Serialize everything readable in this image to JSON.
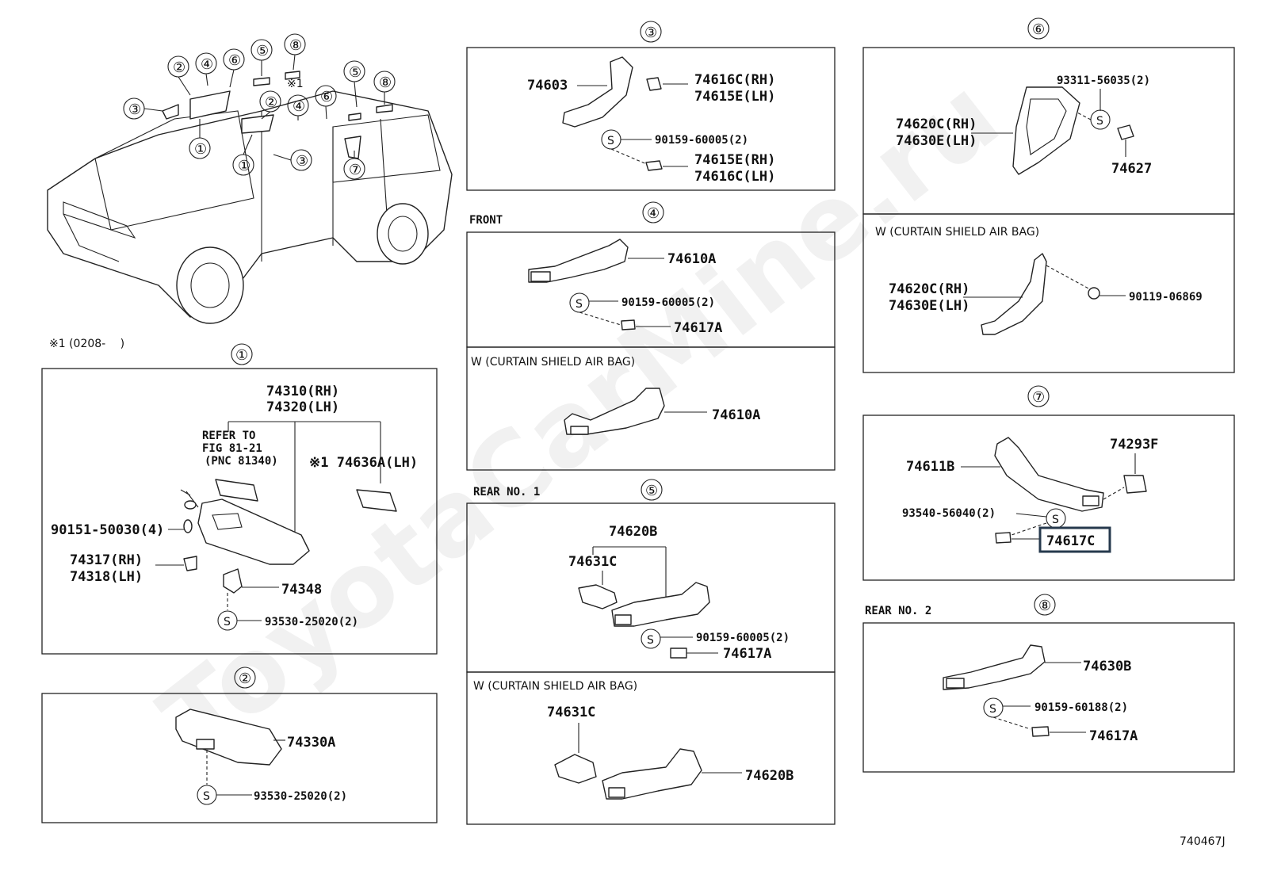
{
  "diagram_id": "740467J",
  "watermark": "ToyotaCarMine.ru",
  "note": "※1 (0208-　 )",
  "overview_marks": [
    "①",
    "②",
    "③",
    "④",
    "⑤",
    "⑥",
    "⑦",
    "⑧",
    "※1"
  ],
  "sections": {
    "s1": {
      "num": "①",
      "parts": [
        "74310(RH)",
        "74320(LH)",
        "REFER TO",
        "FIG 81-21",
        "(PNC 81340)",
        "※1 74636A(LH)",
        "90151-50030(4)",
        "74317(RH)",
        "74318(LH)",
        "74348",
        "93530-25020(2)"
      ]
    },
    "s2": {
      "num": "②",
      "parts": [
        "74330A",
        "93530-25020(2)"
      ]
    },
    "s3": {
      "num": "③",
      "parts": [
        "74603",
        "74616C(RH)",
        "74615E(LH)",
        "90159-60005(2)",
        "74615E(RH)",
        "74616C(LH)"
      ]
    },
    "s4": {
      "num": "④",
      "header": "FRONT",
      "parts": [
        "74610A",
        "90159-60005(2)",
        "74617A"
      ],
      "sub_header": "W (CURTAIN SHIELD AIR BAG)",
      "sub_parts": [
        "74610A"
      ]
    },
    "s5": {
      "num": "⑤",
      "header": "REAR  NO. 1",
      "parts": [
        "74620B",
        "74631C",
        "90159-60005(2)",
        "74617A"
      ],
      "sub_header": "W (CURTAIN SHIELD AIR BAG)",
      "sub_parts": [
        "74631C",
        "74620B"
      ]
    },
    "s6": {
      "num": "⑥",
      "parts": [
        "93311-56035(2)",
        "74620C(RH)",
        "74630E(LH)",
        "74627"
      ],
      "sub_header": "W (CURTAIN SHIELD AIR BAG)",
      "sub_parts": [
        "74620C(RH)",
        "74630E(LH)",
        "90119-06869"
      ]
    },
    "s7": {
      "num": "⑦",
      "parts": [
        "74293F",
        "74611B",
        "93540-56040(2)",
        "74617C"
      ],
      "highlighted": "74617C"
    },
    "s8": {
      "num": "⑧",
      "header": "REAR  NO. 2",
      "parts": [
        "74630B",
        "90159-60188(2)",
        "74617A"
      ]
    }
  },
  "screw_symbol": "S",
  "colors": {
    "line": "#222222",
    "highlight": "#26394d",
    "background": "#ffffff"
  }
}
